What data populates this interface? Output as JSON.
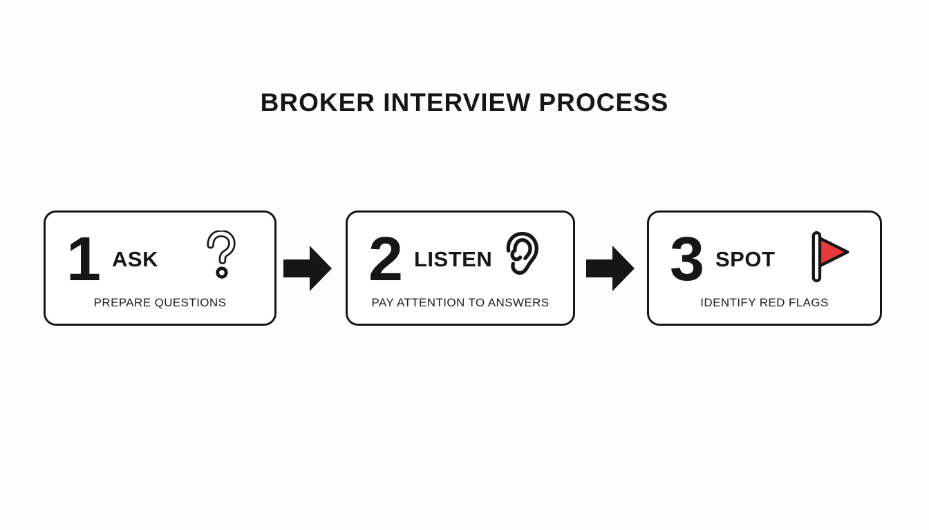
{
  "title": "BROKER INTERVIEW PROCESS",
  "colors": {
    "ink": "#161616",
    "flag_red": "#e8393c",
    "background": "#fdfdfd"
  },
  "steps": [
    {
      "number": "1",
      "label": "ASK",
      "subtitle": "PREPARE QUESTIONS",
      "icon": "question-mark-icon"
    },
    {
      "number": "2",
      "label": "LISTEN",
      "subtitle": "PAY ATTENTION TO ANSWERS",
      "icon": "ear-icon"
    },
    {
      "number": "3",
      "label": "SPOT",
      "subtitle": "IDENTIFY RED FLAGS",
      "icon": "red-flag-icon"
    }
  ]
}
